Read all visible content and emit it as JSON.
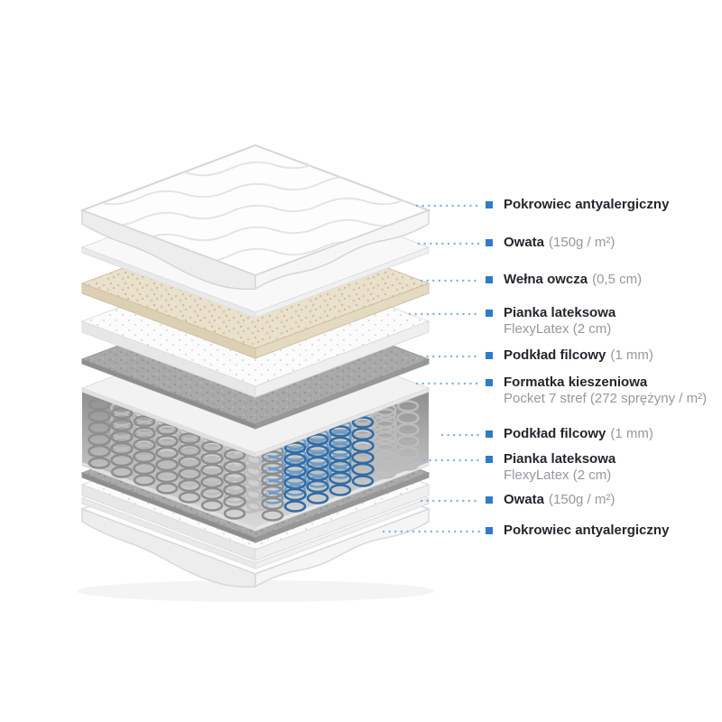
{
  "background": "#ffffff",
  "diagram": {
    "type": "mattress-layer-exploded-diagram",
    "labels": [
      {
        "title": "Pokrowiec antyalergiczny",
        "detail": "",
        "subtitle": ""
      },
      {
        "title": "Owata",
        "detail": "(150g / m²)",
        "subtitle": ""
      },
      {
        "title": "Wełna owcza",
        "detail": "(0,5 cm)",
        "subtitle": ""
      },
      {
        "title": "Pianka lateksowa",
        "detail": "",
        "subtitle": "FlexyLatex (2 cm)"
      },
      {
        "title": "Podkład filcowy",
        "detail": "(1 mm)",
        "subtitle": ""
      },
      {
        "title": "Formatka kieszeniowa",
        "detail": "",
        "subtitle": "Pocket 7 stref (272 sprężyny / m²)"
      },
      {
        "title": "Podkład filcowy",
        "detail": "(1 mm)",
        "subtitle": ""
      },
      {
        "title": "Pianka lateksowa",
        "detail": "",
        "subtitle": "FlexyLatex (2 cm)"
      },
      {
        "title": "Owata",
        "detail": "(150g / m²)",
        "subtitle": ""
      },
      {
        "title": "Pokrowiec antyalergiczny",
        "detail": "",
        "subtitle": ""
      }
    ],
    "colors": {
      "accent_blue": "#2e7cc4",
      "leader_line_blue": "#85b2dc",
      "title_text": "#25252d",
      "detail_text": "#97979f",
      "spring_blue": "#2f6da8"
    }
  }
}
